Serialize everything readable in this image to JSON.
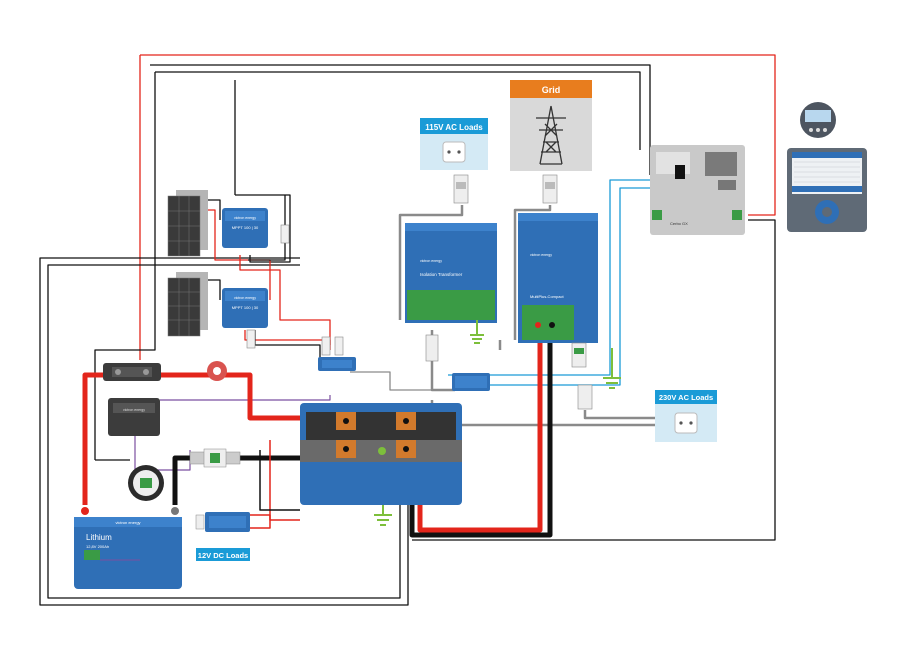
{
  "labels": {
    "ac_loads_115": "115V AC Loads",
    "grid": "Grid",
    "ac_loads_230": "230V AC Loads",
    "dc_loads_12": "12V DC Loads"
  },
  "brand": "victron energy",
  "devices": {
    "mppt_1": "MPPT 100 | 30",
    "mppt_2": "MPPT 100 | 30",
    "isolation_transformer": "Isolation Transformer",
    "multiplus": "MultiPlus-Compact",
    "battery_title": "Lithium",
    "battery_spec": "12,8V 200Ah",
    "cerbo": "Cerbo GX"
  },
  "colors": {
    "victron_blue": "#2f6fb6",
    "label_blue": "#1a9bd7",
    "grid_orange": "#e87d1e",
    "wire_red": "#e3251b",
    "wire_black": "#111111",
    "ground_green": "#7dbf3b"
  },
  "icons": [
    "solar-panel-icon",
    "mppt-controller-icon",
    "inverter-icon",
    "transformer-icon",
    "battery-icon",
    "fuse-icon",
    "switch-icon",
    "outlet-icon",
    "pylon-icon",
    "gx-device-icon",
    "display-icon",
    "shunt-icon",
    "ground-icon",
    "busbar-icon"
  ]
}
